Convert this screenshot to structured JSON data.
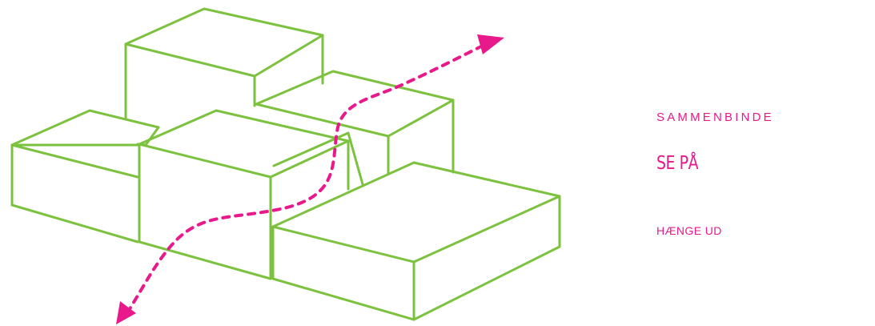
{
  "colors": {
    "accent": "#e8198b",
    "box_outline": "#7dc23f",
    "background": "#ffffff"
  },
  "labels": [
    {
      "text": "SAMMENBINDE"
    },
    {
      "text": "SE PÅ"
    },
    {
      "text": "HÆNGE UD"
    }
  ],
  "diagram": {
    "shape": "stepped block stack",
    "box_count": 5,
    "path_style": "dashed magenta curve with arrowheads at both ends"
  }
}
